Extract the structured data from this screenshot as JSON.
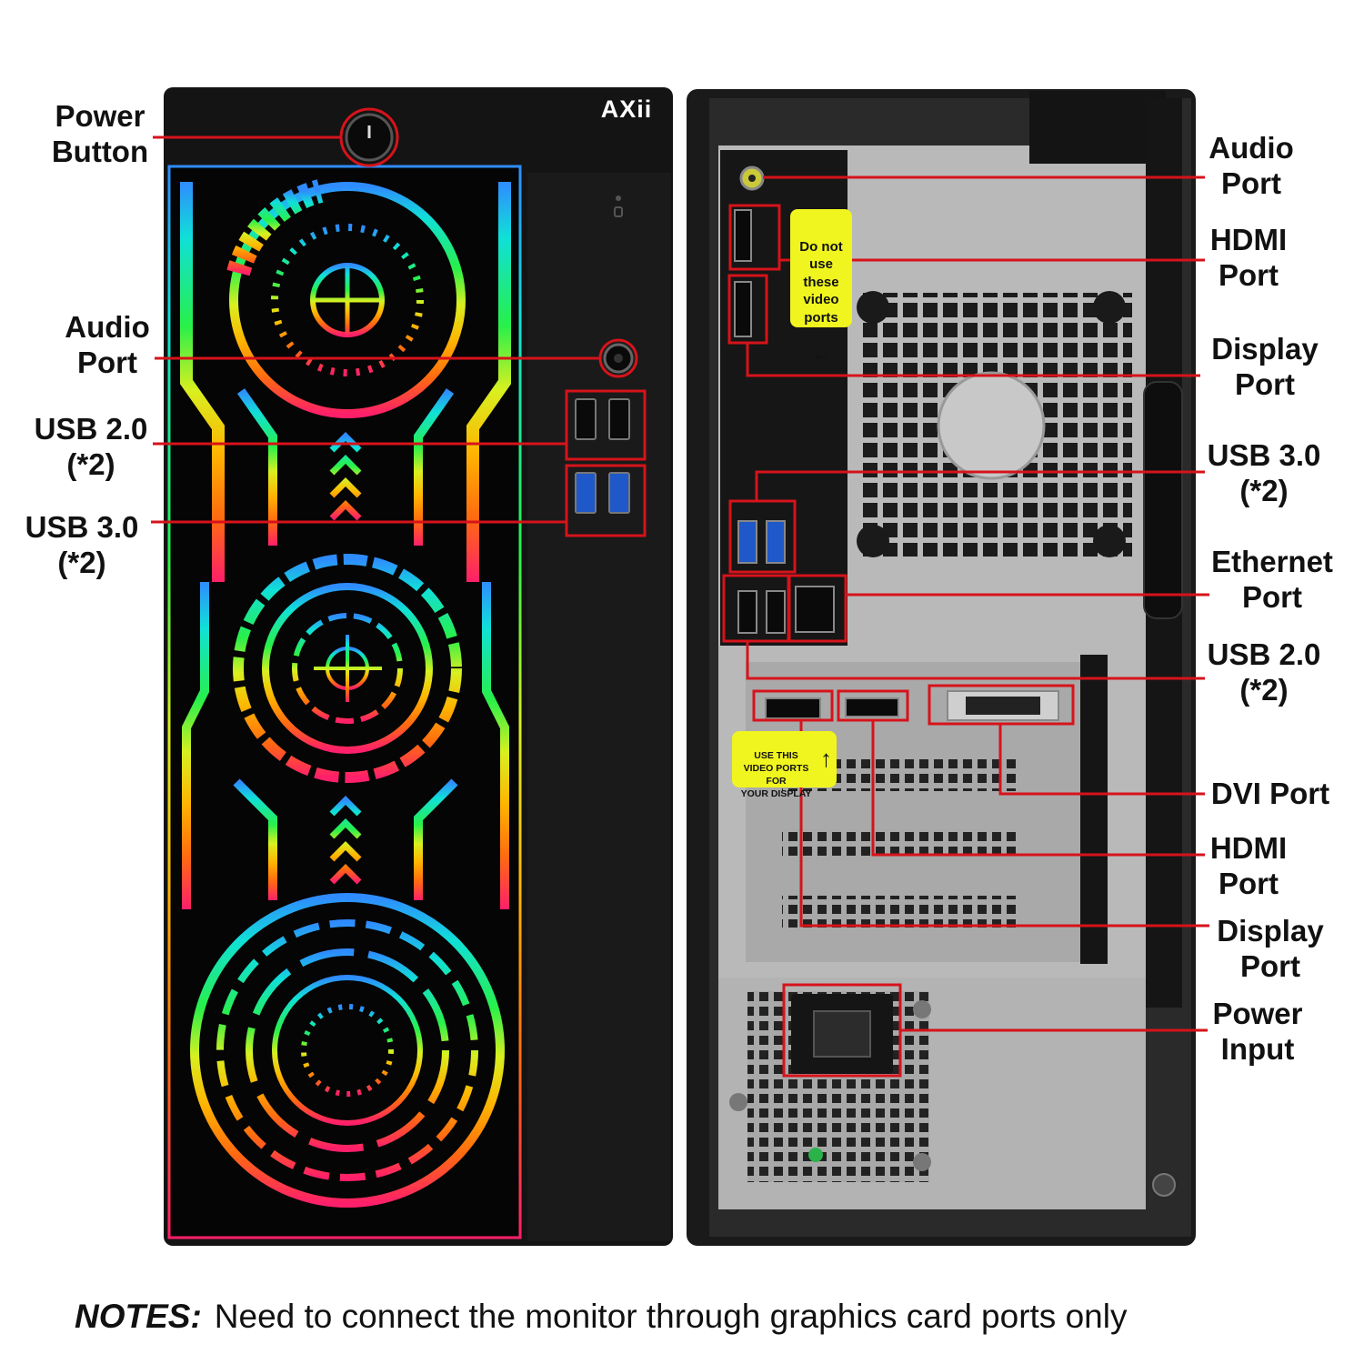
{
  "brand_logo": "AXii",
  "front_labels": {
    "power_button": "Power\nButton",
    "audio_port": "Audio\nPort",
    "usb20": "USB 2.0\n(*2)",
    "usb30": "USB 3.0\n(*2)"
  },
  "rear_labels": {
    "audio_port": "Audio\nPort",
    "hdmi_port": "HDMI\nPort",
    "display_port": "Display\nPort",
    "usb30": "USB 3.0\n(*2)",
    "ethernet_port": "Ethernet\nPort",
    "usb20": "USB 2.0\n(*2)",
    "dvi_port": "DVI Port",
    "gpu_hdmi_port": "HDMI\nPort",
    "gpu_display_port": "Display\nPort",
    "power_input": "Power\nInput"
  },
  "stickers": {
    "do_not_use": "Do not\nuse\nthese\nvideo\nports",
    "do_not_use_arrow": "←",
    "use_this": "USE THIS\nVIDEO PORTS\nFOR\nYOUR DISPLAY",
    "use_this_arrow": "↑"
  },
  "notes": {
    "label": "NOTES:",
    "text": "Need to connect the monitor through graphics card ports only"
  },
  "colors": {
    "callout_red": "#d6131b",
    "case_black": "#141414",
    "rear_panel_gray": "#b9b9b9",
    "sticker_yellow": "#f1f51f",
    "gradient": [
      "#2f8cff",
      "#10e0d8",
      "#28f04a",
      "#d8f020",
      "#ffb400",
      "#ff6a10",
      "#ff1f6a"
    ]
  }
}
